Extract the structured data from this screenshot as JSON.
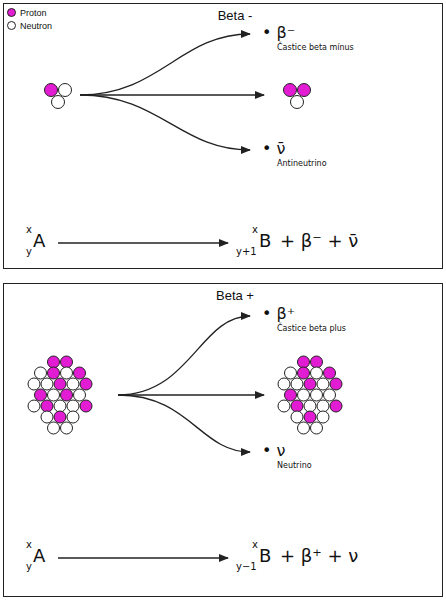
{
  "diagram": {
    "nodes": [
      {
        "text": [
          "Beta -"
        ]
      },
      {
        "text": [
          "Beta +"
        ]
      }
    ],
    "labels": [
      "• β⁻",
      "Častice beta mínus",
      "• ν̄",
      "Antineutrino",
      "x",
      "A",
      "y",
      "x",
      "B",
      "y+1",
      "+ β⁻ + ν̄",
      "• β⁺",
      "Častice beta plus",
      "• ν",
      "Neutrino",
      "x",
      "A",
      "y",
      "x",
      "B",
      "y−1",
      "+ β⁺ + ν"
    ],
    "legend": [
      {
        "text": "Proton",
        "color": "#e21cd2"
      },
      {
        "text": "Neutron",
        "color": "#ffffff"
      }
    ]
  }
}
